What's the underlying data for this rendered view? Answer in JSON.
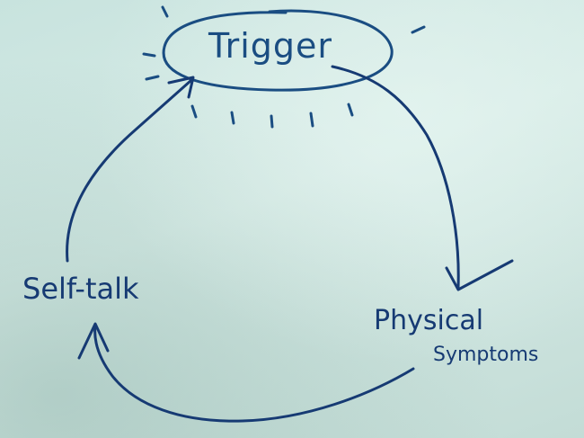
{
  "colors": {
    "ink": "#163a73",
    "trigger_ink": "#1a4d82",
    "paper": "#cfe6e2"
  },
  "nodes": {
    "trigger": "Trigger",
    "self_talk": "Self-talk",
    "physical_line1": "Physical",
    "physical_line2": "Symptoms"
  }
}
